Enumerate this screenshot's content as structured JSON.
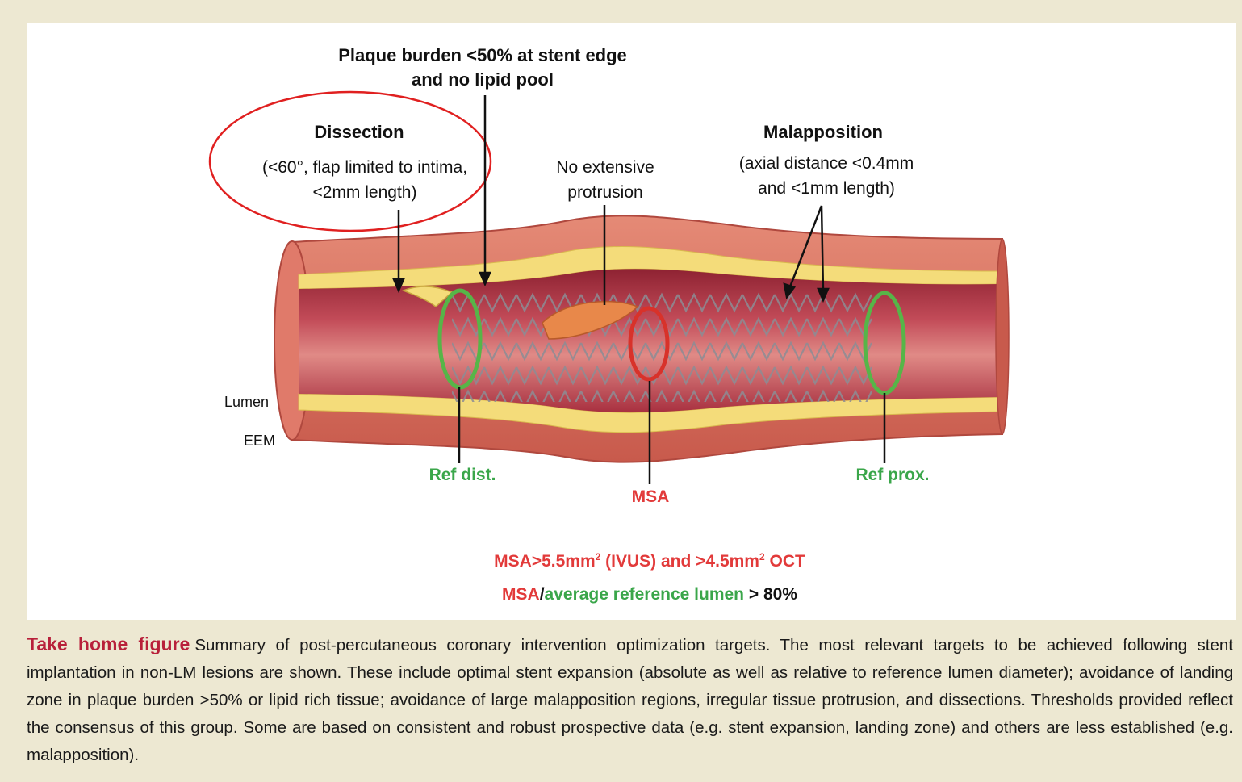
{
  "labels": {
    "plaque_line1": "Plaque burden <50% at stent edge",
    "plaque_line2": "and no lipid pool",
    "dissection_title": "Dissection",
    "dissection_line1": "(<60°, flap limited to intima,",
    "dissection_line2": "<2mm length)",
    "protrusion_line1": "No extensive",
    "protrusion_line2": "protrusion",
    "malapposition_title": "Malapposition",
    "malapposition_line1": "(axial distance <0.4mm",
    "malapposition_line2": "and <1mm length)",
    "lumen": "Lumen",
    "eem": "EEM",
    "ref_dist": "Ref dist.",
    "msa": "MSA",
    "ref_prox": "Ref prox."
  },
  "criteria": {
    "msa_threshold_a": "MSA>5.5mm",
    "sup1": "2",
    "msa_threshold_b": " (IVUS) and >4.5mm",
    "sup2": "2",
    "msa_threshold_c": " OCT",
    "ratio_msa": "MSA",
    "ratio_slash": "/",
    "ratio_ref": "average reference lumen",
    "ratio_value": " > 80%"
  },
  "caption": {
    "title": "Take home figure",
    "text": "Summary of post-percutaneous coronary intervention optimization targets. The most relevant targets to be achieved following stent implantation in non-LM lesions are shown. These include optimal stent expansion (absolute as well as relative to reference lumen diameter); avoidance of landing zone in plaque burden >50% or lipid rich tissue; avoidance of large malapposition regions, irregular tissue protrusion, and dissections. Thresholds provided reflect the consensus of this group. Some are based on consistent and robust prospective data (e.g. stent expansion, landing zone) and others are less established (e.g. malapposition)."
  },
  "colors": {
    "background": "#ede8d2",
    "caption_title": "#b8203a",
    "green": "#3aa64a",
    "red": "#e23a3a",
    "vessel_outer": "#d96b5a",
    "plaque_yellow": "#f4dc7a",
    "lumen": "#b8394a"
  }
}
